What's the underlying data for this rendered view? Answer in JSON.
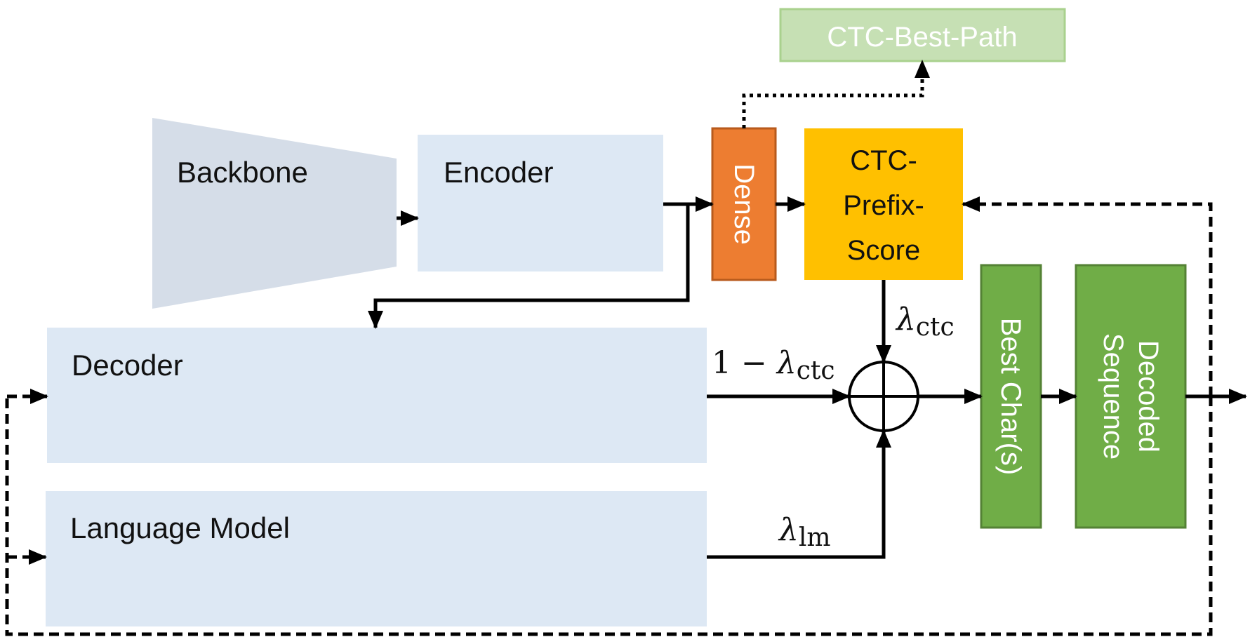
{
  "blocks": {
    "backbone": "Backbone",
    "encoder": "Encoder",
    "dense": "Dense",
    "ctc_prefix_score": [
      "CTC-",
      "Prefix-",
      "Score"
    ],
    "ctc_best_path": "CTC-Best-Path",
    "decoder": "Decoder",
    "language_model": "Language Model",
    "best_chars": "Best Char(s)",
    "decoded_sequence": [
      "Decoded",
      "Sequence"
    ]
  },
  "weights": {
    "ctc_symbol": "λ",
    "ctc_subscript": "ctc",
    "decoder_prefix": "1 − ",
    "decoder_symbol": "λ",
    "decoder_subscript": "ctc",
    "lm_symbol": "λ",
    "lm_subscript": "lm"
  },
  "colors": {
    "backbone_fill": "#d5dde8",
    "light_block_fill": "#dde8f4",
    "dense_fill": "#ed7d31",
    "dense_stroke": "#b85a1c",
    "ctc_prefix_fill": "#ffc000",
    "ctc_best_path_fill": "#c6e0b4",
    "ctc_best_path_stroke": "#a9d18e",
    "green_fill": "#70ad47",
    "green_stroke": "#548235",
    "line": "#000000"
  }
}
